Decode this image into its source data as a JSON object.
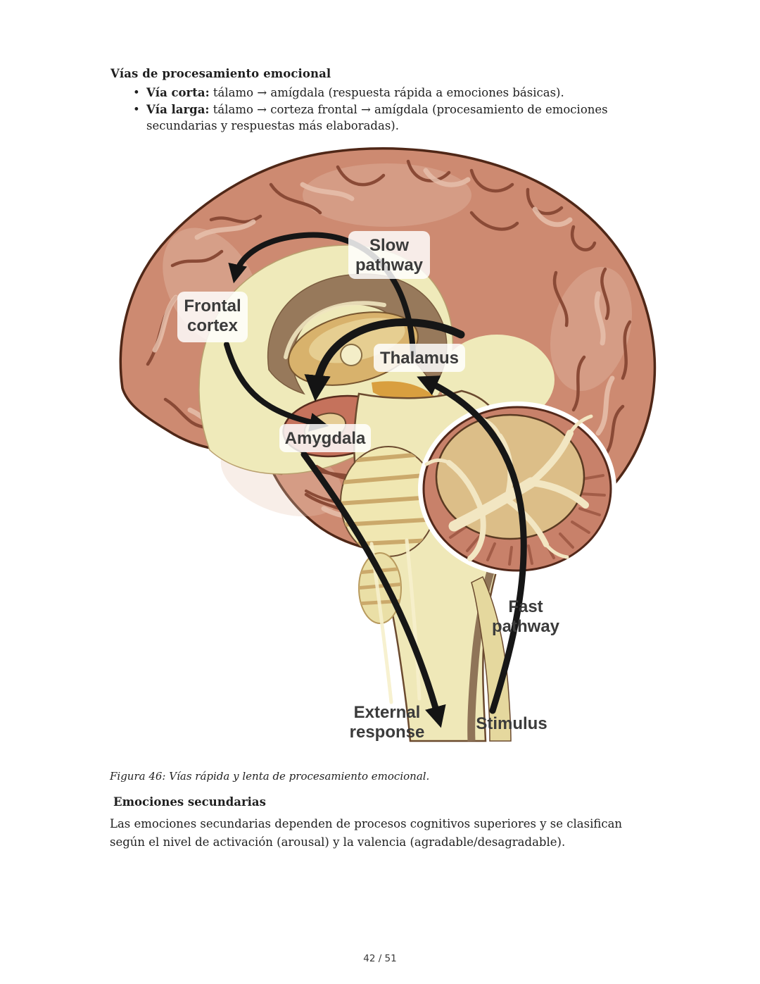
{
  "page": {
    "number": "42 / 51",
    "background": "#ffffff"
  },
  "content": {
    "heading": "Vías de procesamiento emocional",
    "bullet_glyph": "•",
    "bullets": [
      {
        "label": "Vía corta:",
        "text": "tálamo → amígdala (respuesta rápida a emociones básicas)."
      },
      {
        "label": "Vía larga:",
        "text": "tálamo → corteza frontal → amígdala (procesamiento de emociones secundarias y respuestas más elaboradas)."
      }
    ],
    "figure_caption": "Figura 46: Vías rápida y lenta de procesamiento emocional.",
    "section2_heading": "Emociones secundarias",
    "section2_body": "Las emociones secundarias dependen de procesos cognitivos superiores y se clasifican según el nivel de activación (arousal) y la valencia (agradable/desagradable)."
  },
  "figure": {
    "labels": {
      "slow": [
        "Slow",
        "pathway"
      ],
      "frontal": [
        "Frontal",
        "cortex"
      ],
      "thalamus": [
        "Thalamus"
      ],
      "amygdala": [
        "Amygdala"
      ],
      "fast": [
        "Fast",
        "pathway"
      ],
      "external": [
        "External",
        "response"
      ],
      "stimulus": [
        "Stimulus"
      ]
    },
    "colors": {
      "cortex": "#cd8a71",
      "cortex_outline": "#4f2717",
      "sulci": "#8a4a36",
      "gyri_highlight": "#e6bfab",
      "inner_pale": "#efeaba",
      "band_brown": "#97795b",
      "thalamus_tan": "#d8b26c",
      "midbrain_red": "#c5725c",
      "orange_nucleus": "#d99f3f",
      "stem_pale": "#efe8b8",
      "hatch_tan": "#cba96b",
      "cerebellum_outer": "#c8816a",
      "cerebellum_inner": "#dcbe88",
      "arbor_cream": "#f2e6c2",
      "arrow_black": "#161616",
      "label_text": "#3b3b3b",
      "label_bg": "rgba(255,255,255,0.84)"
    }
  }
}
